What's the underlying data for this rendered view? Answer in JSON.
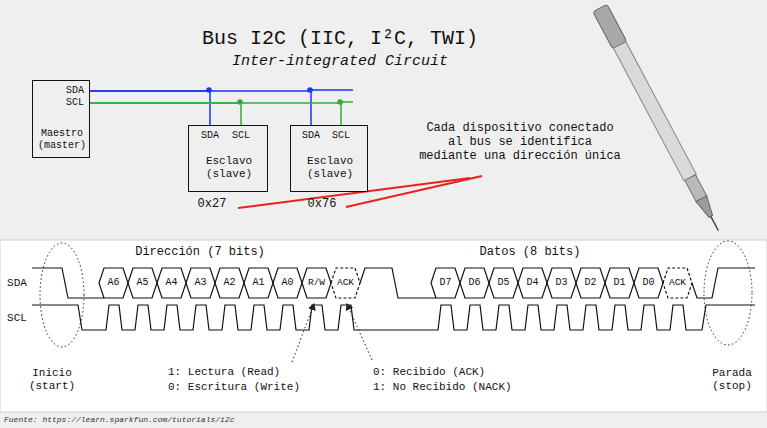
{
  "diagram": {
    "title": "Bus I2C (IIC, I²C, TWI)",
    "caption": "Fuente: https://learn.sparkfun.com/tutorials/i2c",
    "nodes": [
      {
        "text": [
          "SDA",
          "SCL",
          "Maestro (master)"
        ]
      },
      {
        "text": [
          "SDA",
          "SCL",
          "Esclavo (slave)"
        ]
      },
      {
        "text": [
          "SDA",
          "SCL",
          "Esclavo (slave)"
        ]
      }
    ],
    "edges": [
      {
        "from": 0,
        "to": 1,
        "arrow": "none"
      },
      {
        "from": 0,
        "to": 2,
        "arrow": "none"
      },
      {
        "from": 0,
        "to": 1,
        "arrow": "none"
      },
      {
        "from": 0,
        "to": 2,
        "arrow": "none"
      }
    ],
    "labels": [
      "Inter-integrated Circuit",
      "Cada dispositivo conectado al bus se identifica mediante una dirección única",
      "0x27",
      "0x76",
      "Dirección (7 bits)",
      "Datos (8 bits)",
      "SDA",
      "SCL",
      "A6",
      "A5",
      "A4",
      "A3",
      "A2",
      "A1",
      "A0",
      "R/W",
      "ACK",
      "D7",
      "D6",
      "D5",
      "D4",
      "D3",
      "D2",
      "D1",
      "D0",
      "ACK",
      "Inicio (start)",
      "1: Lectura (Read)",
      "0: Escritura (Write)",
      "0: Recibido (ACK)",
      "1: No Recibido (NACK)",
      "Parada (stop)"
    ]
  }
}
